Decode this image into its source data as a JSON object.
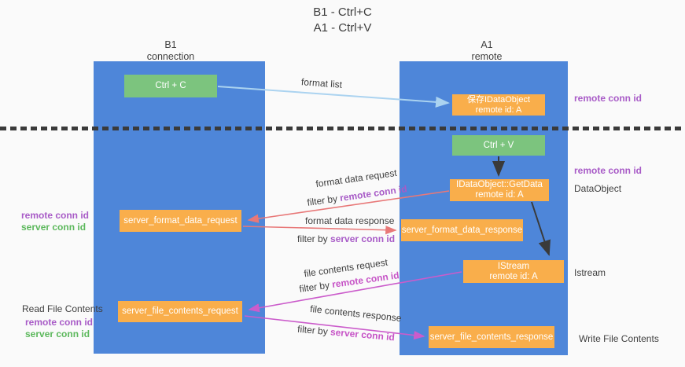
{
  "title": {
    "line1": "B1 - Ctrl+C",
    "line2": "A1 - Ctrl+V"
  },
  "lanes": {
    "left": {
      "title": "B1",
      "subtitle": "connection"
    },
    "right": {
      "title": "A1",
      "subtitle": "remote"
    }
  },
  "nodes": {
    "ctrl_c": {
      "label": "Ctrl + C"
    },
    "save_dataobject": {
      "line1": "保存IDataObject",
      "line2": "remote id: A"
    },
    "ctrl_v": {
      "label": "Ctrl + V"
    },
    "getdata": {
      "line1": "IDataObject::GetData",
      "line2": "remote id: A"
    },
    "istream": {
      "line1": "IStream",
      "line2": "remote id: A"
    },
    "server_format_data_request": {
      "label": "server_format_data_request"
    },
    "server_format_data_response": {
      "label": "server_format_data_response"
    },
    "server_file_contents_request": {
      "label": "server_file_contents_request"
    },
    "server_file_contents_response": {
      "label": "server_file_contents_response"
    }
  },
  "arrow_labels": {
    "format_list": "format list",
    "format_data_request": "format data request",
    "format_data_response": "format data response",
    "file_contents_request": "file contents request",
    "file_contents_response": "file contents response",
    "filter_by": "filter by",
    "remote_conn_id": "remote conn id",
    "server_conn_id": "server conn id"
  },
  "side_labels": {
    "right_top_remote_conn_id": "remote conn id",
    "right_mid_remote_conn_id": "remote conn id",
    "dataobject": "DataObject",
    "istream": "Istream",
    "write_file_contents": "Write File Contents",
    "left_mid_remote_conn_id": "remote conn id",
    "left_mid_server_conn_id": "server conn id",
    "read_file_contents": "Read File Contents",
    "left_bottom_remote_conn_id": "remote conn id",
    "left_bottom_server_conn_id": "server conn id"
  },
  "colors": {
    "lane_blue": "#4e86d9",
    "box_green": "#7cc47e",
    "box_orange": "#f9ae4b",
    "arrow_light_blue": "#abd3f0",
    "arrow_black": "#3a3a3a",
    "arrow_salmon": "#e87878",
    "arrow_magenta": "#cb5ccb",
    "text_purple": "#a85bc7",
    "text_green": "#5cb85c",
    "dashed_divider": "#3a3a3a"
  }
}
